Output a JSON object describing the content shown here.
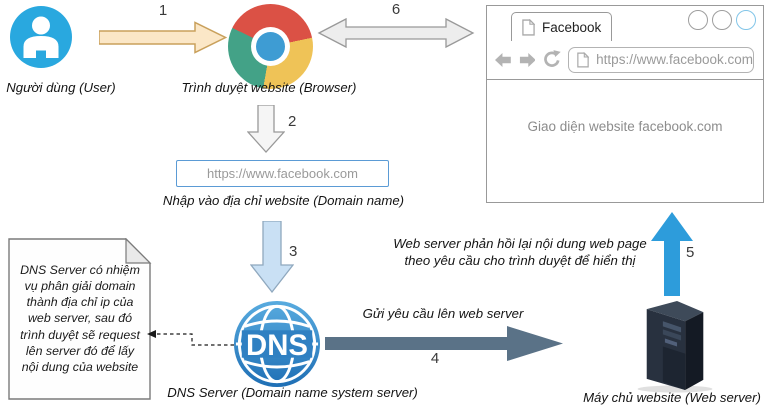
{
  "colors": {
    "user-blue": "#29a8df",
    "chrome-red": "#db5145",
    "chrome-yellow": "#efc357",
    "chrome-green": "#43a287",
    "chrome-blue": "#3e9cd3",
    "arrow1-fill": "#fbe7c7",
    "arrow1-stroke": "#c9a05b",
    "arrow-gray-fill": "#ededed",
    "arrow-gray-stroke": "#999999",
    "arrow3-fill": "#c9e0f4",
    "arrow3-stroke": "#8fa8be",
    "arrow4-fill": "#5a7287",
    "arrow5-fill": "#2d9cdb",
    "dns-blue-light": "#58abdf",
    "dns-blue-dark": "#1f6fb5",
    "url-box-border": "#5b9bd5",
    "window-border": "#999999",
    "muted-text": "#8c8c8c"
  },
  "steps": {
    "s1": "1",
    "s2": "2",
    "s3": "3",
    "s4": "4",
    "s5": "5",
    "s6": "6"
  },
  "nodes": {
    "user": {
      "label": "Người dùng (User)"
    },
    "browser": {
      "label": "Trình duyệt website (Browser)"
    },
    "domain_input": {
      "value": "https://www.facebook.com",
      "caption": "Nhập vào địa chỉ website (Domain name)"
    },
    "dns": {
      "icon_text": "DNS",
      "label": "DNS Server (Domain name system server)"
    },
    "web_server": {
      "label": "Máy chủ website (Web server)"
    }
  },
  "note": {
    "text": "DNS Server có nhiệm\nvụ phân giải domain\nthành địa chỉ ip của\nweb server, sau đó\ntrình duyệt sẽ request\nlên server đó để lấy\nnội dung của website"
  },
  "annotations": {
    "request": "Gửi yêu cầu lên web server",
    "response": "Web server phản hồi lại nội dung web page\ntheo yêu cầu cho trình duyệt để hiển thị"
  },
  "browser_window": {
    "tab_title": "Facebook",
    "url": "https://www.facebook.com",
    "content": "Giao diện website facebook.com"
  }
}
